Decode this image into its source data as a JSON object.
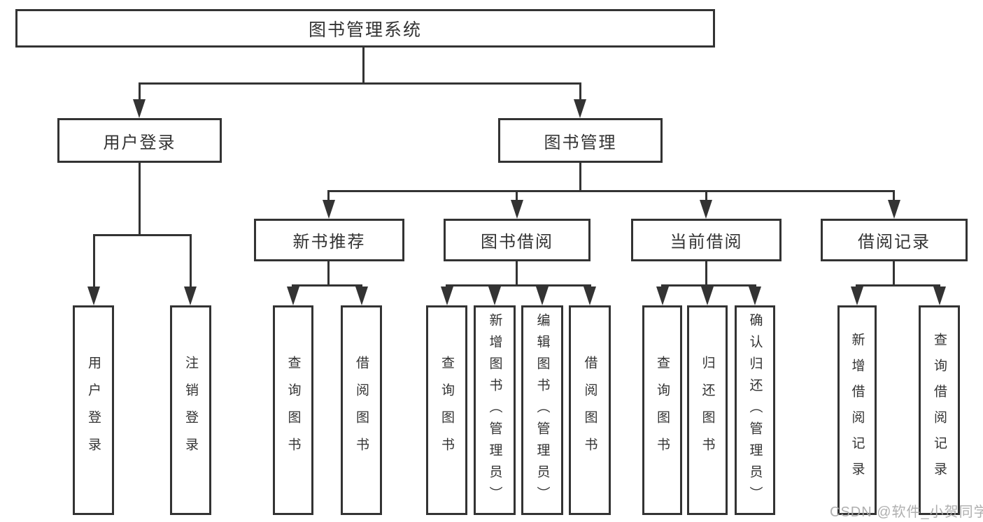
{
  "tree": {
    "root": {
      "label": "图书管理系统"
    },
    "branches": [
      {
        "label": "用户登录",
        "children": [
          {
            "label": "用户登录"
          },
          {
            "label": "注销登录"
          }
        ]
      },
      {
        "label": "图书管理",
        "groups": [
          {
            "label": "新书推荐",
            "children": [
              {
                "label": "查询图书"
              },
              {
                "label": "借阅图书"
              }
            ]
          },
          {
            "label": "图书借阅",
            "children": [
              {
                "label": "查询图书"
              },
              {
                "label": "新增图书（管理员）"
              },
              {
                "label": "编辑图书（管理员）"
              },
              {
                "label": "借阅图书"
              }
            ]
          },
          {
            "label": "当前借阅",
            "children": [
              {
                "label": "查询图书"
              },
              {
                "label": "归还图书"
              },
              {
                "label": "确认归还（管理员）"
              }
            ]
          },
          {
            "label": "借阅记录",
            "children": [
              {
                "label": "新增借阅记录"
              },
              {
                "label": "查询借阅记录"
              }
            ]
          }
        ]
      }
    ]
  },
  "watermark": {
    "text": "CSDN @软件_小贺同学"
  },
  "colors": {
    "line": "#333333",
    "background": "#ffffff",
    "watermark": "#a8a8a8"
  }
}
